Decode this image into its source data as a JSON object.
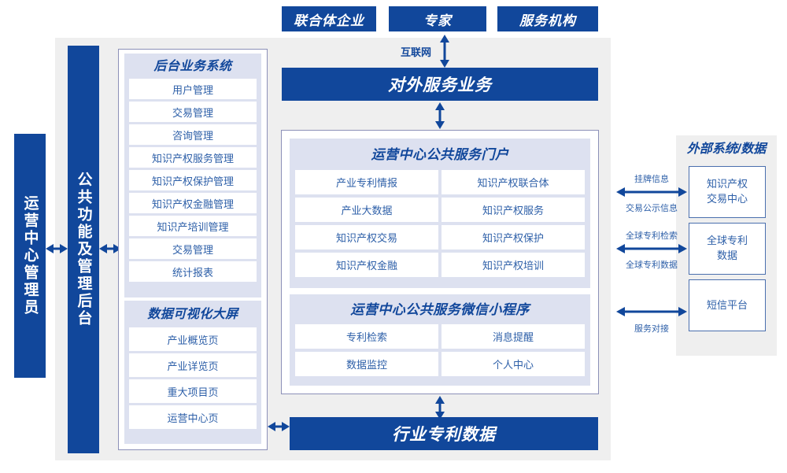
{
  "top_actors": [
    {
      "label": "联合体企业"
    },
    {
      "label": "专家"
    },
    {
      "label": "服务机构"
    }
  ],
  "internet_label": "互联网",
  "external_service_bar": "对外服务业务",
  "industry_patent_bar": "行业专利数据",
  "left_roles": [
    {
      "label": "运营中心管理员"
    },
    {
      "label": "公共功能及管理后台"
    }
  ],
  "backend_system": {
    "title": "后台业务系统",
    "items": [
      "用户管理",
      "交易管理",
      "咨询管理",
      "知识产权服务管理",
      "知识产权保护管理",
      "知识产权金融管理",
      "知识产培训管理",
      "交易管理",
      "统计报表"
    ]
  },
  "data_visual": {
    "title": "数据可视化大屏",
    "items": [
      "产业概览页",
      "产业详览页",
      "重大项目页",
      "运营中心页"
    ]
  },
  "portal": {
    "title": "运营中心公共服务门户",
    "items": [
      "产业专利情报",
      "知识产权联合体",
      "产业大数据",
      "知识产权服务",
      "知识产权交易",
      "知识产权保护",
      "知识产权金融",
      "知识产权培训"
    ]
  },
  "miniprogram": {
    "title": "运营中心公共服务微信小程序",
    "items": [
      "专利检索",
      "消息提醒",
      "数据监控",
      "个人中心"
    ]
  },
  "external": {
    "title": "外部系统/数据",
    "boxes": [
      {
        "label": "知识产权\n交易中心"
      },
      {
        "label": "全球专利\n数据"
      },
      {
        "label": "短信平台"
      }
    ],
    "connectors": [
      {
        "above": "挂牌信息",
        "below": "交易公示信息"
      },
      {
        "above": "全球专利检索",
        "below": "全球专利数据"
      },
      {
        "above": "",
        "below": "服务对接"
      }
    ]
  },
  "colors": {
    "brand_blue": "#11479b",
    "panel_lavender": "#dde1f0",
    "frame_gray": "#efefef",
    "cell_text": "#2d5fa8",
    "border_violet": "#8c90b8"
  }
}
